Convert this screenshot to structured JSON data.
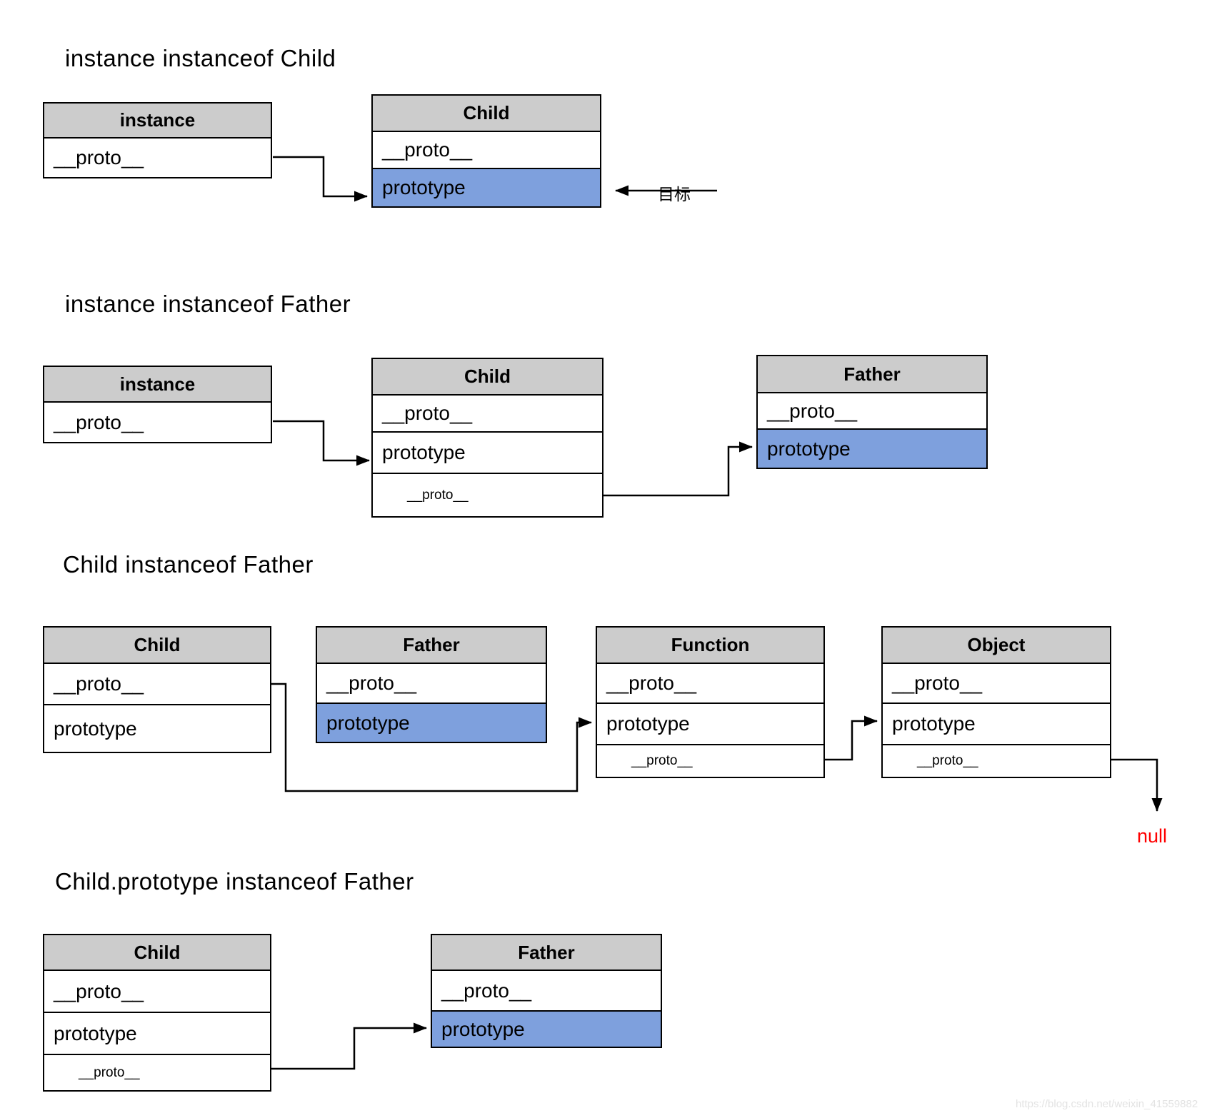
{
  "colors": {
    "header_bg": "#cccccc",
    "highlight": "#7ea0dd",
    "line": "#000000",
    "null_text": "#ff0000",
    "watermark": "#e3e3e3"
  },
  "sections": [
    {
      "title": "instance instanceof Child",
      "boxes": [
        {
          "title": "instance",
          "rows": [
            {
              "label": "__proto__"
            }
          ]
        },
        {
          "title": "Child",
          "rows": [
            {
              "label": "__proto__"
            },
            {
              "label": "prototype",
              "highlight": true
            }
          ]
        }
      ],
      "annotations": {
        "target_label": "目标"
      }
    },
    {
      "title": "instance instanceof Father",
      "boxes": [
        {
          "title": "instance",
          "rows": [
            {
              "label": "__proto__"
            }
          ]
        },
        {
          "title": "Child",
          "rows": [
            {
              "label": "__proto__"
            },
            {
              "label": "prototype"
            },
            {
              "label": "__proto__",
              "sub": true
            }
          ]
        },
        {
          "title": "Father",
          "rows": [
            {
              "label": "__proto__"
            },
            {
              "label": "prototype",
              "highlight": true
            }
          ]
        }
      ]
    },
    {
      "title": "Child instanceof Father",
      "boxes": [
        {
          "title": "Child",
          "rows": [
            {
              "label": "__proto__"
            },
            {
              "label": "prototype"
            }
          ]
        },
        {
          "title": "Father",
          "rows": [
            {
              "label": "__proto__"
            },
            {
              "label": "prototype",
              "highlight": true
            }
          ]
        },
        {
          "title": "Function",
          "rows": [
            {
              "label": "__proto__"
            },
            {
              "label": "prototype"
            },
            {
              "label": "__proto__",
              "sub": true
            }
          ]
        },
        {
          "title": "Object",
          "rows": [
            {
              "label": "__proto__"
            },
            {
              "label": "prototype"
            },
            {
              "label": "__proto__",
              "sub": true
            }
          ]
        }
      ],
      "annotations": {
        "null_label": "null"
      }
    },
    {
      "title": "Child.prototype instanceof Father",
      "boxes": [
        {
          "title": "Child",
          "rows": [
            {
              "label": "__proto__"
            },
            {
              "label": "prototype"
            },
            {
              "label": "__proto__",
              "sub": true
            }
          ]
        },
        {
          "title": "Father",
          "rows": [
            {
              "label": "__proto__"
            },
            {
              "label": "prototype",
              "highlight": true
            }
          ]
        }
      ]
    }
  ],
  "watermark": "https://blog.csdn.net/weixin_41559882"
}
